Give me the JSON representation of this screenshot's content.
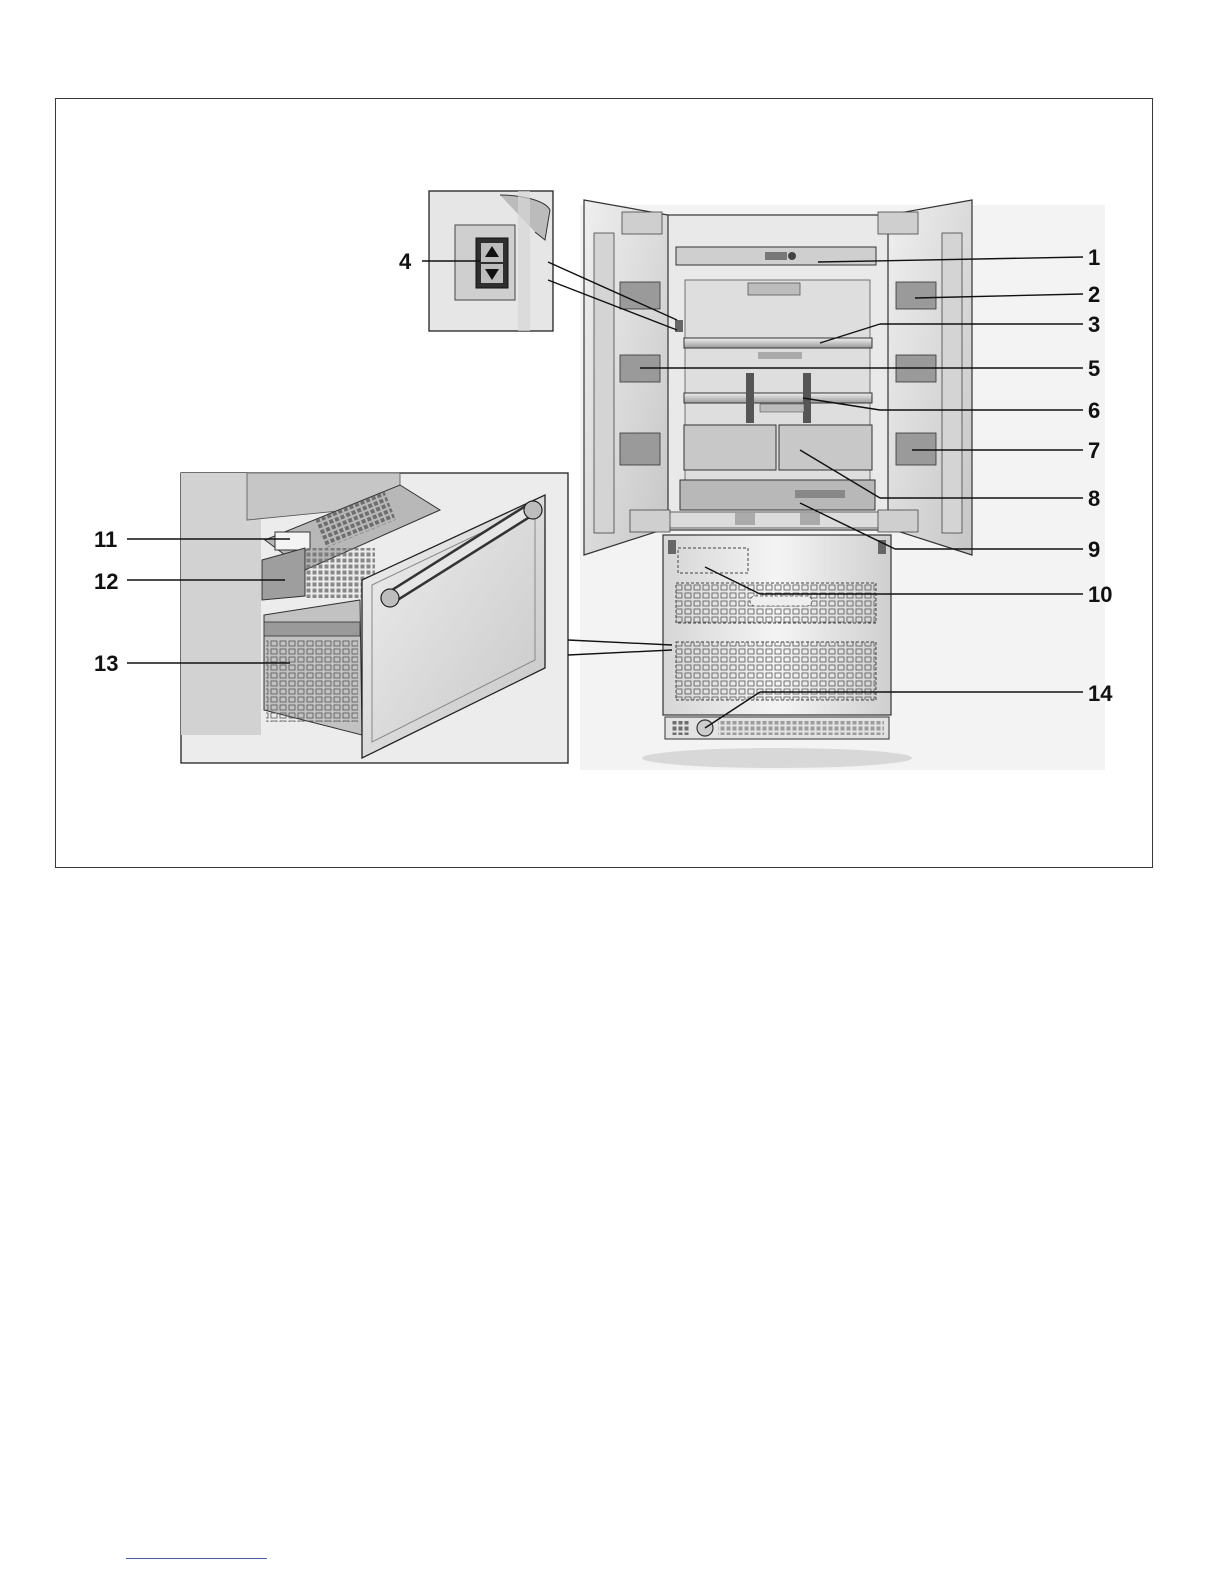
{
  "figure": {
    "callouts": [
      {
        "id": "1",
        "label": "1"
      },
      {
        "id": "2",
        "label": "2"
      },
      {
        "id": "3",
        "label": "3"
      },
      {
        "id": "4",
        "label": "4"
      },
      {
        "id": "5",
        "label": "5"
      },
      {
        "id": "6",
        "label": "6"
      },
      {
        "id": "7",
        "label": "7"
      },
      {
        "id": "8",
        "label": "8"
      },
      {
        "id": "9",
        "label": "9"
      },
      {
        "id": "10",
        "label": "10"
      },
      {
        "id": "11",
        "label": "11"
      },
      {
        "id": "12",
        "label": "12"
      },
      {
        "id": "13",
        "label": "13"
      },
      {
        "id": "14",
        "label": "14"
      }
    ]
  },
  "colors": {
    "line": "#111111",
    "metal_light": "#e8e8e8",
    "metal_mid": "#c9c9c9",
    "metal_dark": "#8a8a8a",
    "footnote_rule": "#4a5fa8"
  }
}
